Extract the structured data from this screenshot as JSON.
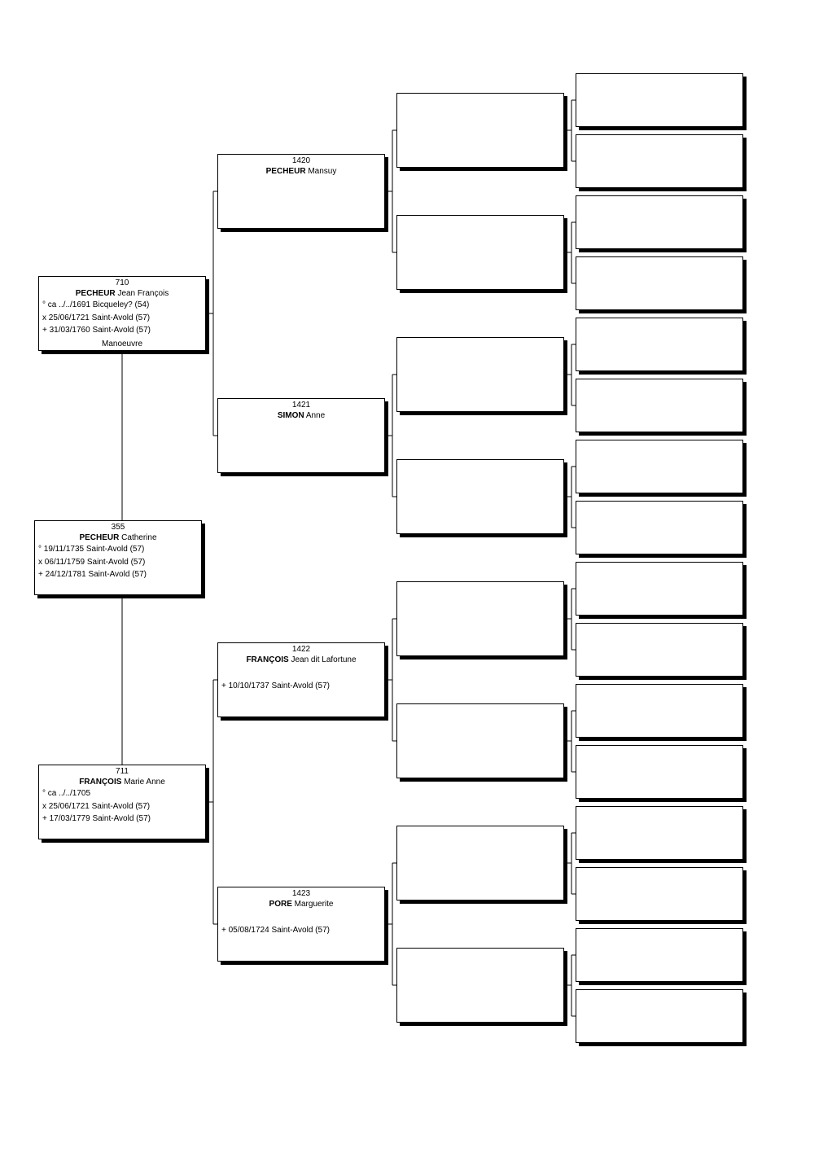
{
  "persons": {
    "p355": {
      "number": "355",
      "surname": "PECHEUR",
      "given": "Catherine",
      "events": [
        "° 19/11/1735 Saint-Avold (57)",
        "x 06/11/1759 Saint-Avold (57)",
        "+ 24/12/1781 Saint-Avold (57)"
      ]
    },
    "p710": {
      "number": "710",
      "surname": "PECHEUR",
      "given": "Jean François",
      "events": [
        "° ca ../../1691 Bicqueley? (54)",
        "x 25/06/1721 Saint-Avold (57)",
        "+ 31/03/1760 Saint-Avold (57)"
      ],
      "occupation": "Manoeuvre"
    },
    "p711": {
      "number": "711",
      "surname": "FRANÇOIS",
      "given": "Marie Anne",
      "events": [
        "° ca ../../1705",
        "x 25/06/1721 Saint-Avold (57)",
        "+ 17/03/1779 Saint-Avold (57)"
      ]
    },
    "p1420": {
      "number": "1420",
      "surname": "PECHEUR",
      "given": "Mansuy"
    },
    "p1421": {
      "number": "1421",
      "surname": "SIMON",
      "given": "Anne"
    },
    "p1422": {
      "number": "1422",
      "surname": "FRANÇOIS",
      "given": "Jean dit Lafortune",
      "death": "+ 10/10/1737 Saint-Avold (57)"
    },
    "p1423": {
      "number": "1423",
      "surname": "PORE",
      "given": "Marguerite",
      "death": "+ 05/08/1724 Saint-Avold (57)"
    }
  }
}
